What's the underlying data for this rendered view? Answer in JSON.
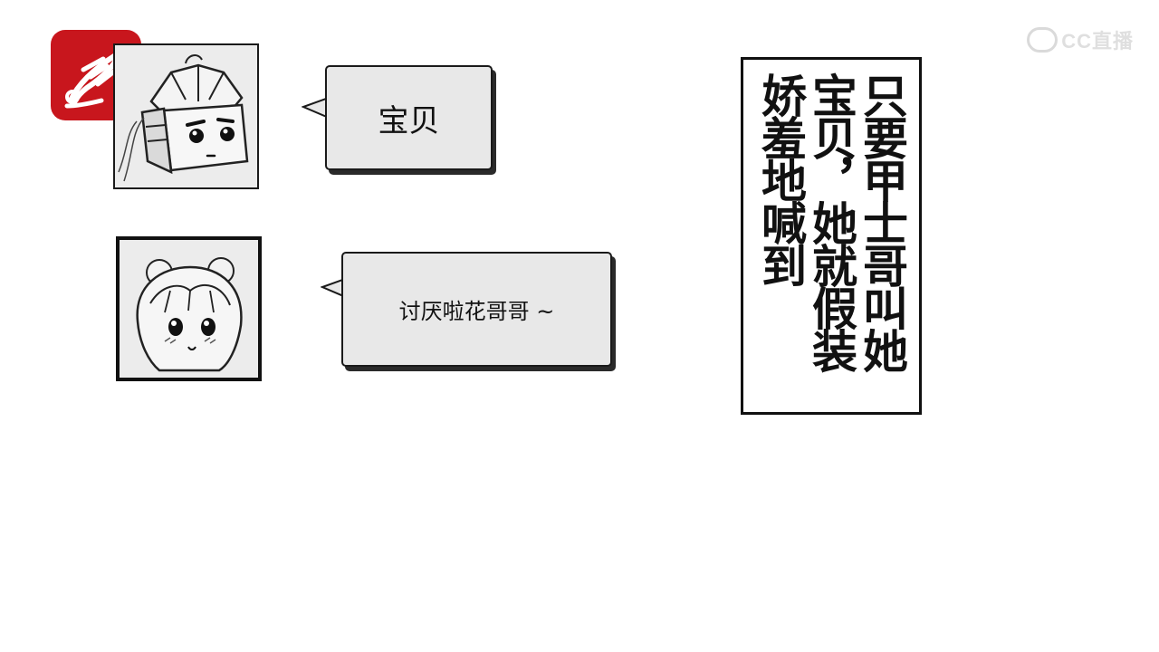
{
  "logo": {
    "name": "red-quill-logo",
    "color": "#c8161d"
  },
  "watermark": {
    "text": "CC直播"
  },
  "panels": [
    {
      "avatar": "armored-warrior-avatar",
      "speech": "宝贝"
    },
    {
      "avatar": "girl-avatar",
      "speech": "讨厌啦花哥哥 ~"
    }
  ],
  "caption": {
    "columns": [
      "只要甲士哥叫她",
      "宝贝，她就假装",
      "娇羞地喊到"
    ]
  }
}
